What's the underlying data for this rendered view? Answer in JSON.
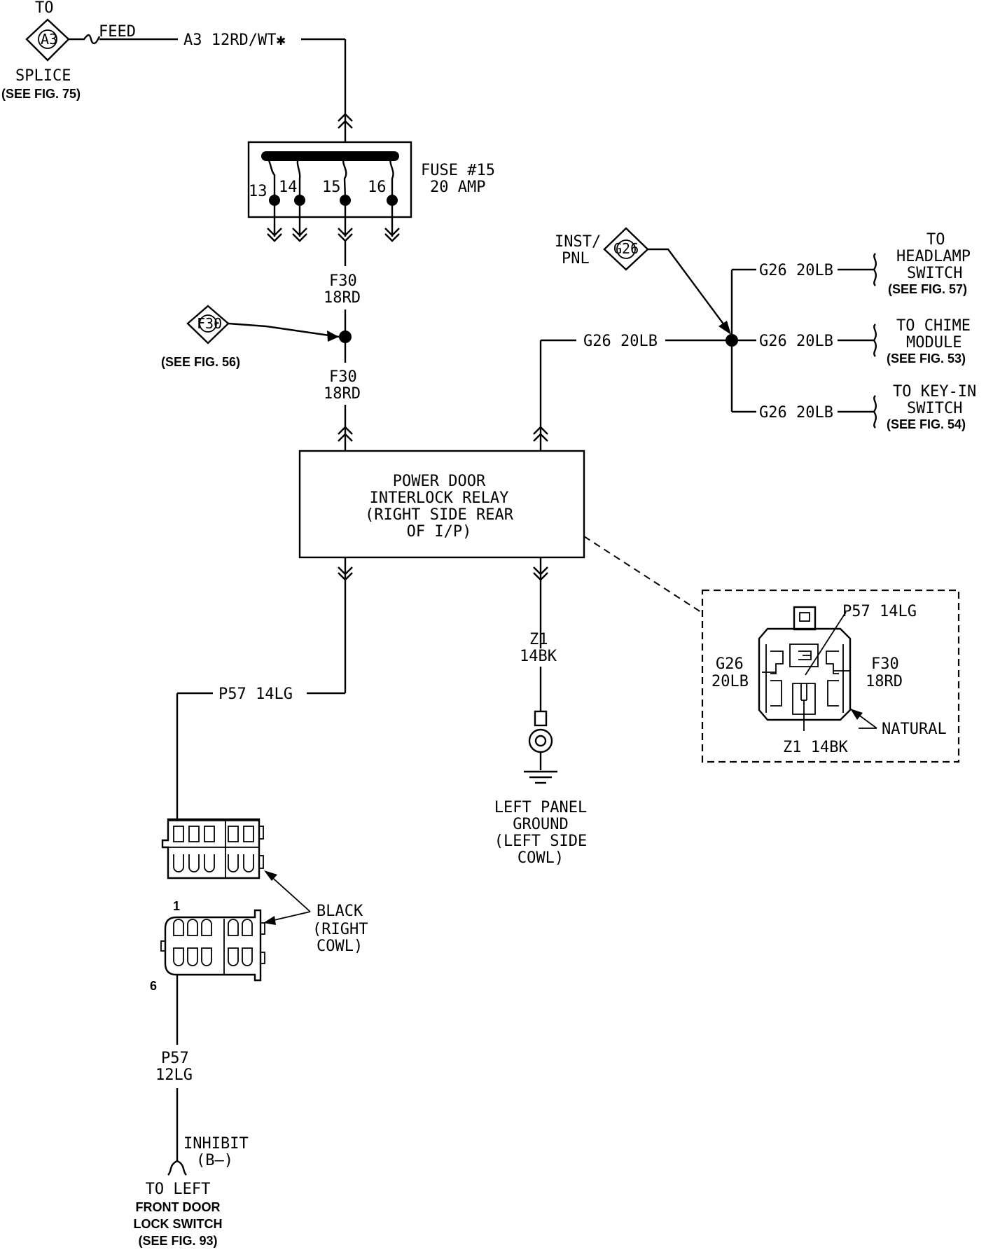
{
  "top_feed": {
    "to": "TO",
    "splice_id": "A3",
    "splice": "SPLICE",
    "splice_ref": "(SEE FIG. 75)",
    "feed": "FEED",
    "wire": "A3 12RD/WT✱"
  },
  "fuse": {
    "title": "FUSE #15",
    "rating": "20 AMP",
    "terminals": [
      "13",
      "14",
      "15",
      "16"
    ]
  },
  "f30": {
    "wire_code": "F30",
    "wire_size": "18RD",
    "splice_id": "F30",
    "splice_ref": "(SEE FIG. 56)"
  },
  "g26": {
    "source_label_1": "INST/",
    "source_label_2": "PNL",
    "splice_id": "G26",
    "wire": "G26 20LB",
    "branches": [
      {
        "to_1": "TO",
        "to_2": "HEADLAMP",
        "to_3": "SWITCH",
        "ref": "(SEE FIG. 57)"
      },
      {
        "to_1": "TO CHIME",
        "to_2": "MODULE",
        "to_3": "",
        "ref": "(SEE FIG. 53)"
      },
      {
        "to_1": "TO KEY-IN",
        "to_2": "SWITCH",
        "to_3": "",
        "ref": "(SEE FIG. 54)"
      }
    ]
  },
  "relay": {
    "lines": [
      "POWER DOOR",
      "INTERLOCK RELAY",
      "(RIGHT SIDE REAR",
      "OF I/P)"
    ]
  },
  "ground": {
    "wire_code": "Z1",
    "wire_size": "14BK",
    "lines": [
      "LEFT PANEL",
      "GROUND",
      "(LEFT SIDE",
      "COWL)"
    ]
  },
  "inset": {
    "p57": "P57 14LG",
    "g26_1": "G26",
    "g26_2": "20LB",
    "f30_1": "F30",
    "f30_2": "18RD",
    "z1": "Z1 14BK",
    "color": "NATURAL"
  },
  "p57": {
    "wire": "P57 14LG",
    "wire_code": "P57",
    "wire_size": "12LG",
    "pin_top": "1",
    "pin_bottom": "6",
    "connector_color": "BLACK",
    "connector_loc_1": "(RIGHT",
    "connector_loc_2": "COWL)",
    "inhibit_1": "INHIBIT",
    "inhibit_2": "(B—)",
    "dest_1": "TO LEFT",
    "dest_2": "FRONT DOOR",
    "dest_3": "LOCK SWITCH",
    "dest_ref": "(SEE FIG. 93)"
  }
}
